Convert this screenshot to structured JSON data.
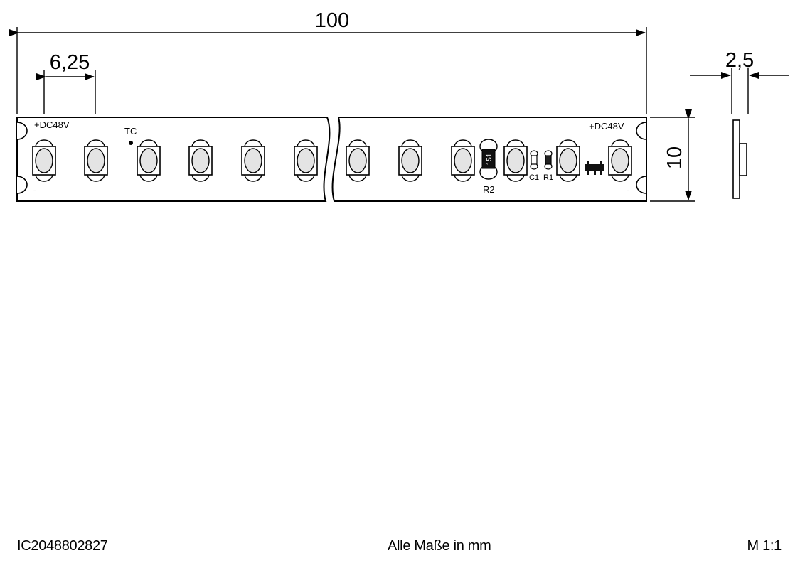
{
  "dimensions": {
    "length": "100",
    "pitch": "6,25",
    "thickness": "2,5",
    "width": "10"
  },
  "labels": {
    "voltage_left": "+DC48V",
    "voltage_right": "+DC48V",
    "minus_left": "-",
    "minus_right": "-",
    "tc": "TC",
    "r2": "R2",
    "r2_code": "151",
    "c1": "C1",
    "r1": "R1"
  },
  "footer": {
    "code": "IC2048802827",
    "note": "Alle Maße in mm",
    "scale": "M 1:1"
  }
}
